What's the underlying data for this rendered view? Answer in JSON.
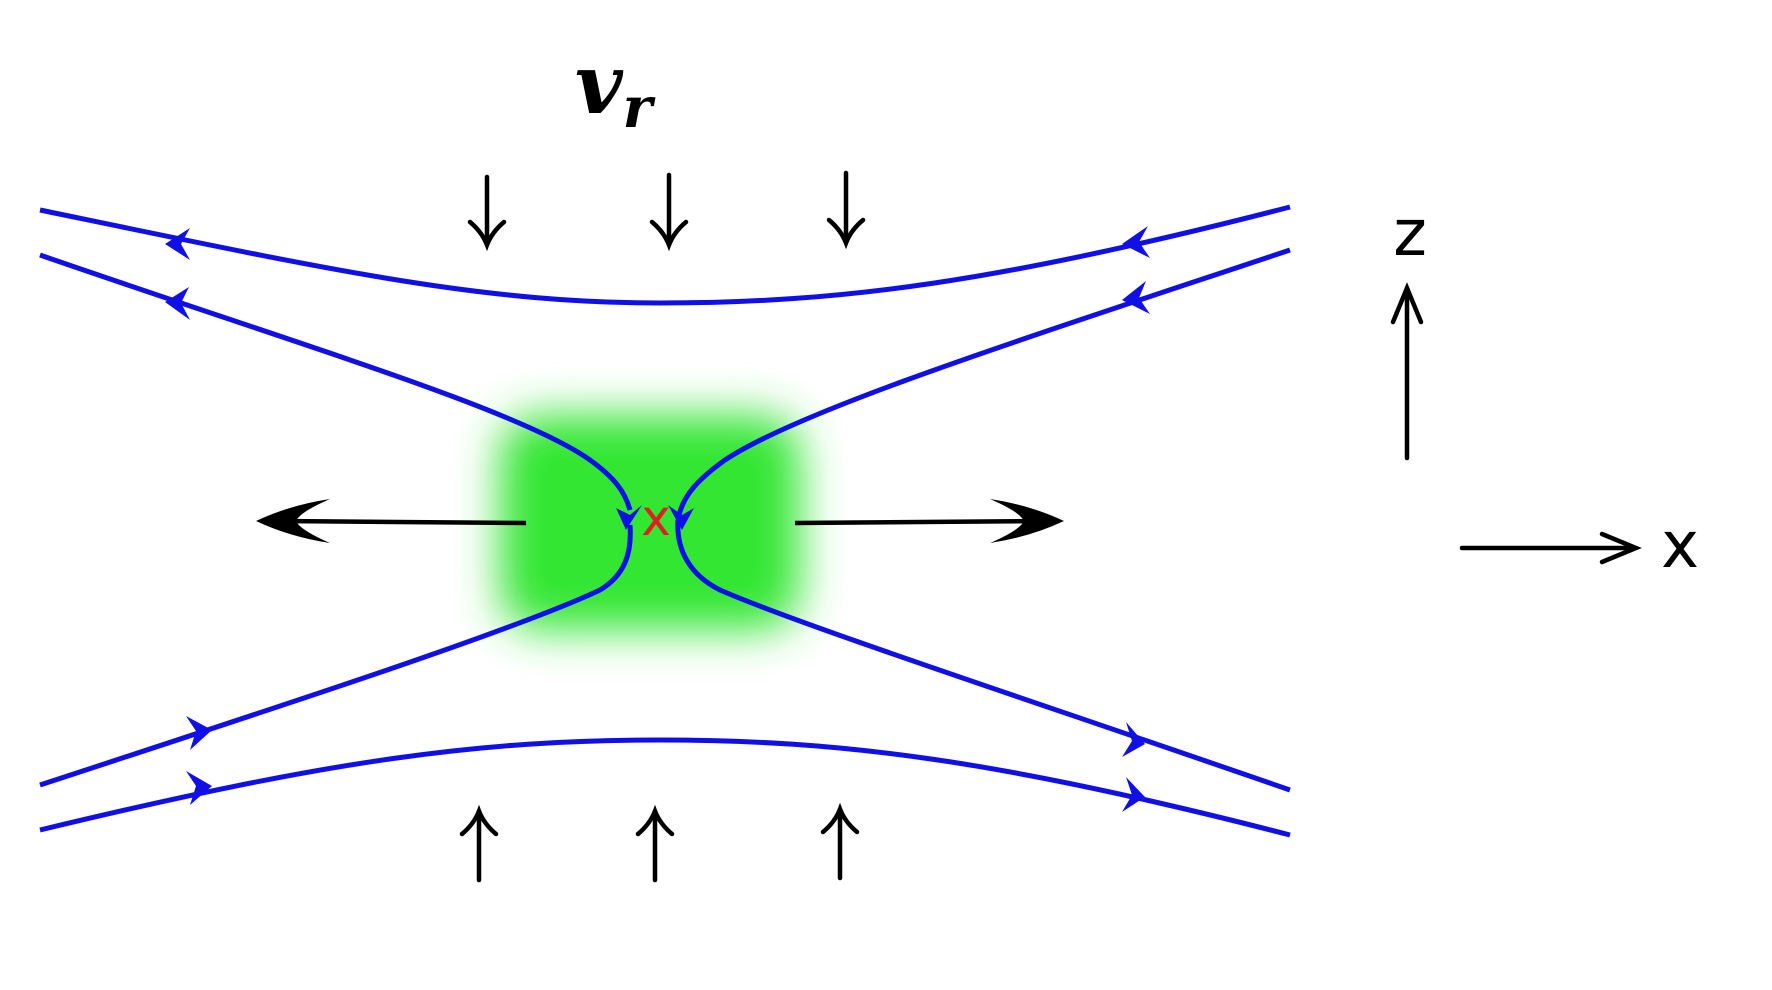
{
  "inflow_label": {
    "main": "v",
    "sub": "r"
  },
  "x_point_label": "x",
  "axis": {
    "vertical_label": "z",
    "horizontal_label": "x"
  },
  "colors": {
    "field_lines": "#1010e6",
    "arrows": "#000000",
    "x_point": "#e02020",
    "diffusion_region": "#33e633",
    "background": "#ffffff"
  },
  "elements": {
    "diffusion_region": "green-diffusion-region",
    "field_line_arrows": "chevron-arrow-icon",
    "flow_arrows": "arrow-icon"
  }
}
